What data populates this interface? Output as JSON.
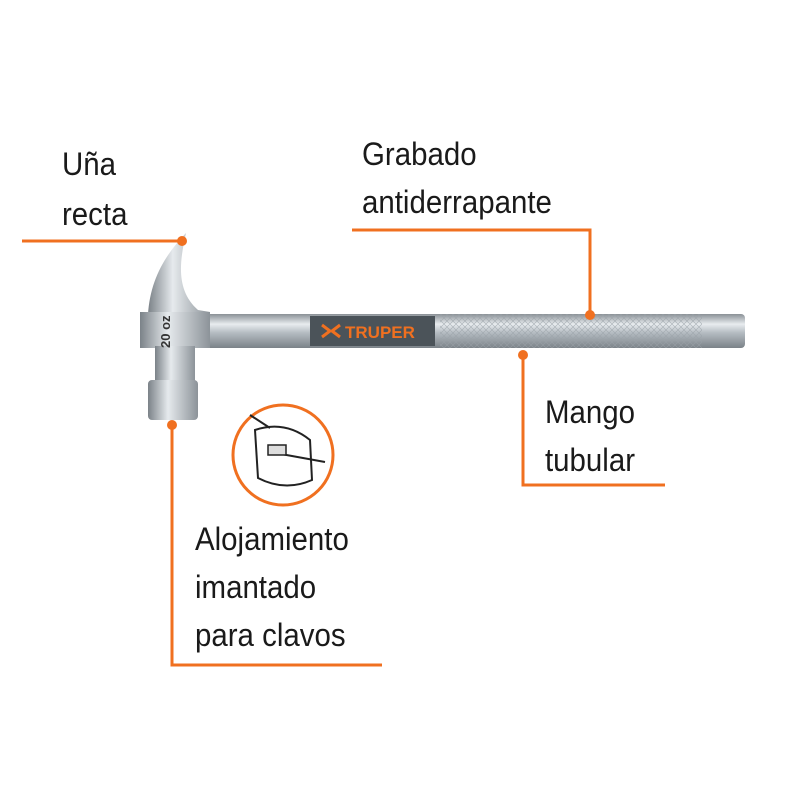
{
  "colors": {
    "accent": "#f07020",
    "text": "#1a1a1a",
    "label_band": "#4b5359"
  },
  "product": {
    "brand": "TRUPER",
    "head_marking": "20 oz"
  },
  "callouts": [
    {
      "id": "claw",
      "lines": [
        "Uña",
        "recta"
      ]
    },
    {
      "id": "grip",
      "lines": [
        "Grabado",
        "antiderrapante"
      ]
    },
    {
      "id": "handle",
      "lines": [
        "Mango",
        "tubular"
      ]
    },
    {
      "id": "magnet",
      "lines": [
        "Alojamiento",
        "imantado",
        "para clavos"
      ]
    }
  ]
}
